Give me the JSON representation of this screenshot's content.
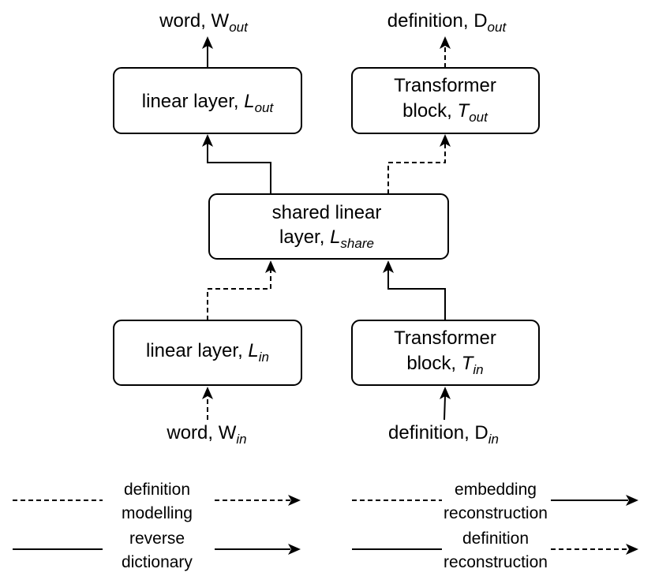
{
  "nodes": {
    "linear_out": {
      "text": "linear layer, ",
      "sym": "L",
      "sub": "out"
    },
    "transformer_out": {
      "line1": "Transformer",
      "line2": "block, ",
      "sym": "T",
      "sub": "out"
    },
    "shared": {
      "line1": "shared linear",
      "line2": "layer, ",
      "sym": "L",
      "sub": "share"
    },
    "linear_in": {
      "text": "linear layer, ",
      "sym": "L",
      "sub": "in"
    },
    "transformer_in": {
      "line1": "Transformer",
      "line2": "block, ",
      "sym": "T",
      "sub": "in"
    }
  },
  "io": {
    "word_out": {
      "text": "word, W",
      "sub": "out"
    },
    "definition_out": {
      "text": "definition, D",
      "sub": "out"
    },
    "word_in": {
      "text": "word, W",
      "sub": "in"
    },
    "definition_in": {
      "text": "definition, D",
      "sub": "in"
    }
  },
  "legend": {
    "left_top": {
      "line1": "definition",
      "line2": "modelling"
    },
    "left_bottom": {
      "line1": "reverse",
      "line2": "dictionary"
    },
    "right_top": {
      "line1": "embedding",
      "line2": "reconstruction"
    },
    "right_bottom": {
      "line1": "definition",
      "line2": "reconstruction"
    }
  },
  "colors": {
    "stroke": "#000000",
    "fill": "#ffffff"
  }
}
